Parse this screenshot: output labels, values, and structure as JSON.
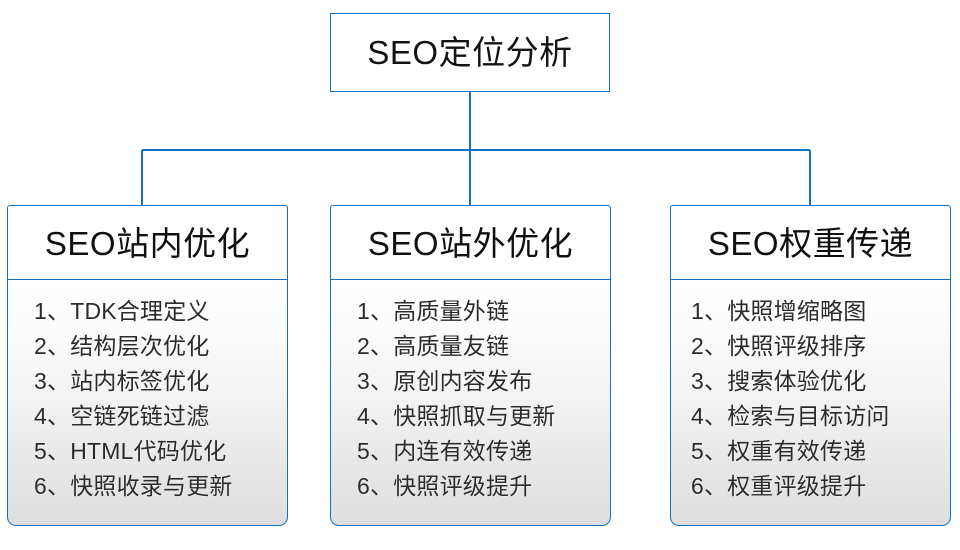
{
  "diagram": {
    "type": "org-chart",
    "root": {
      "label": "SEO定位分析"
    },
    "accent_color": "#1270bd",
    "body_gradient_from": "#ffffff",
    "body_gradient_to": "#dedede",
    "columns": [
      {
        "header": "SEO站内优化",
        "items": [
          "1、TDK合理定义",
          "2、结构层次优化",
          "3、站内标签优化",
          "4、空链死链过滤",
          "5、HTML代码优化",
          "6、快照收录与更新"
        ]
      },
      {
        "header": "SEO站外优化",
        "items": [
          "1、高质量外链",
          "2、高质量友链",
          "3、原创内容发布",
          "4、快照抓取与更新",
          "5、内连有效传递",
          "6、快照评级提升"
        ]
      },
      {
        "header": "SEO权重传递",
        "items": [
          "1、快照增缩略图",
          "2、快照评级排序",
          "3、搜索体验优化",
          "4、检索与目标访问",
          "5、权重有效传递",
          "6、权重评级提升"
        ]
      }
    ]
  }
}
